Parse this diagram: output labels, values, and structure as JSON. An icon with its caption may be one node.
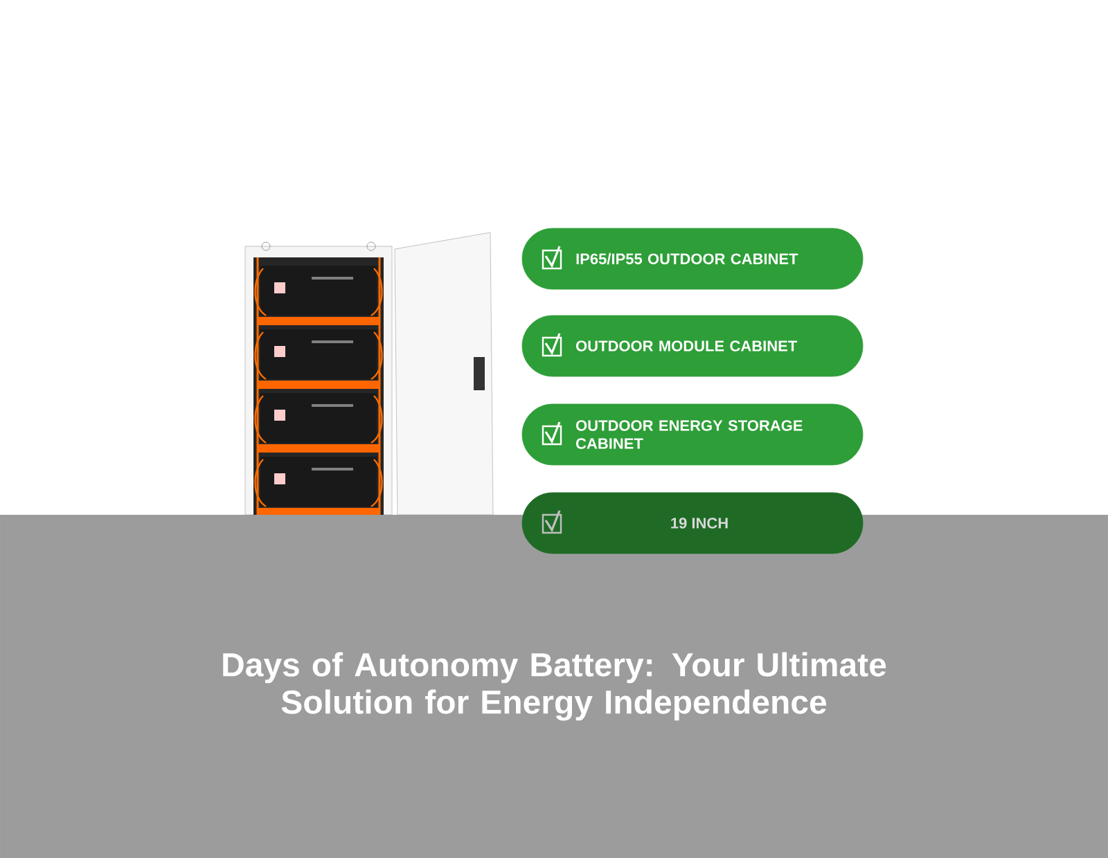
{
  "diagram": {
    "title": "Days of Autonomy Battery: Your Ultimate Solution for Energy Independence",
    "nodes": [
      {
        "text": [
          "IP65/IP55 OUTDOOR CABINET"
        ]
      },
      {
        "text": [
          "OUTDOOR MODULE CABINET"
        ]
      },
      {
        "text": [
          "OUTDOOR ENERGY STORAGE CABINET"
        ]
      },
      {
        "text": [
          "19 INCH"
        ]
      }
    ]
  }
}
